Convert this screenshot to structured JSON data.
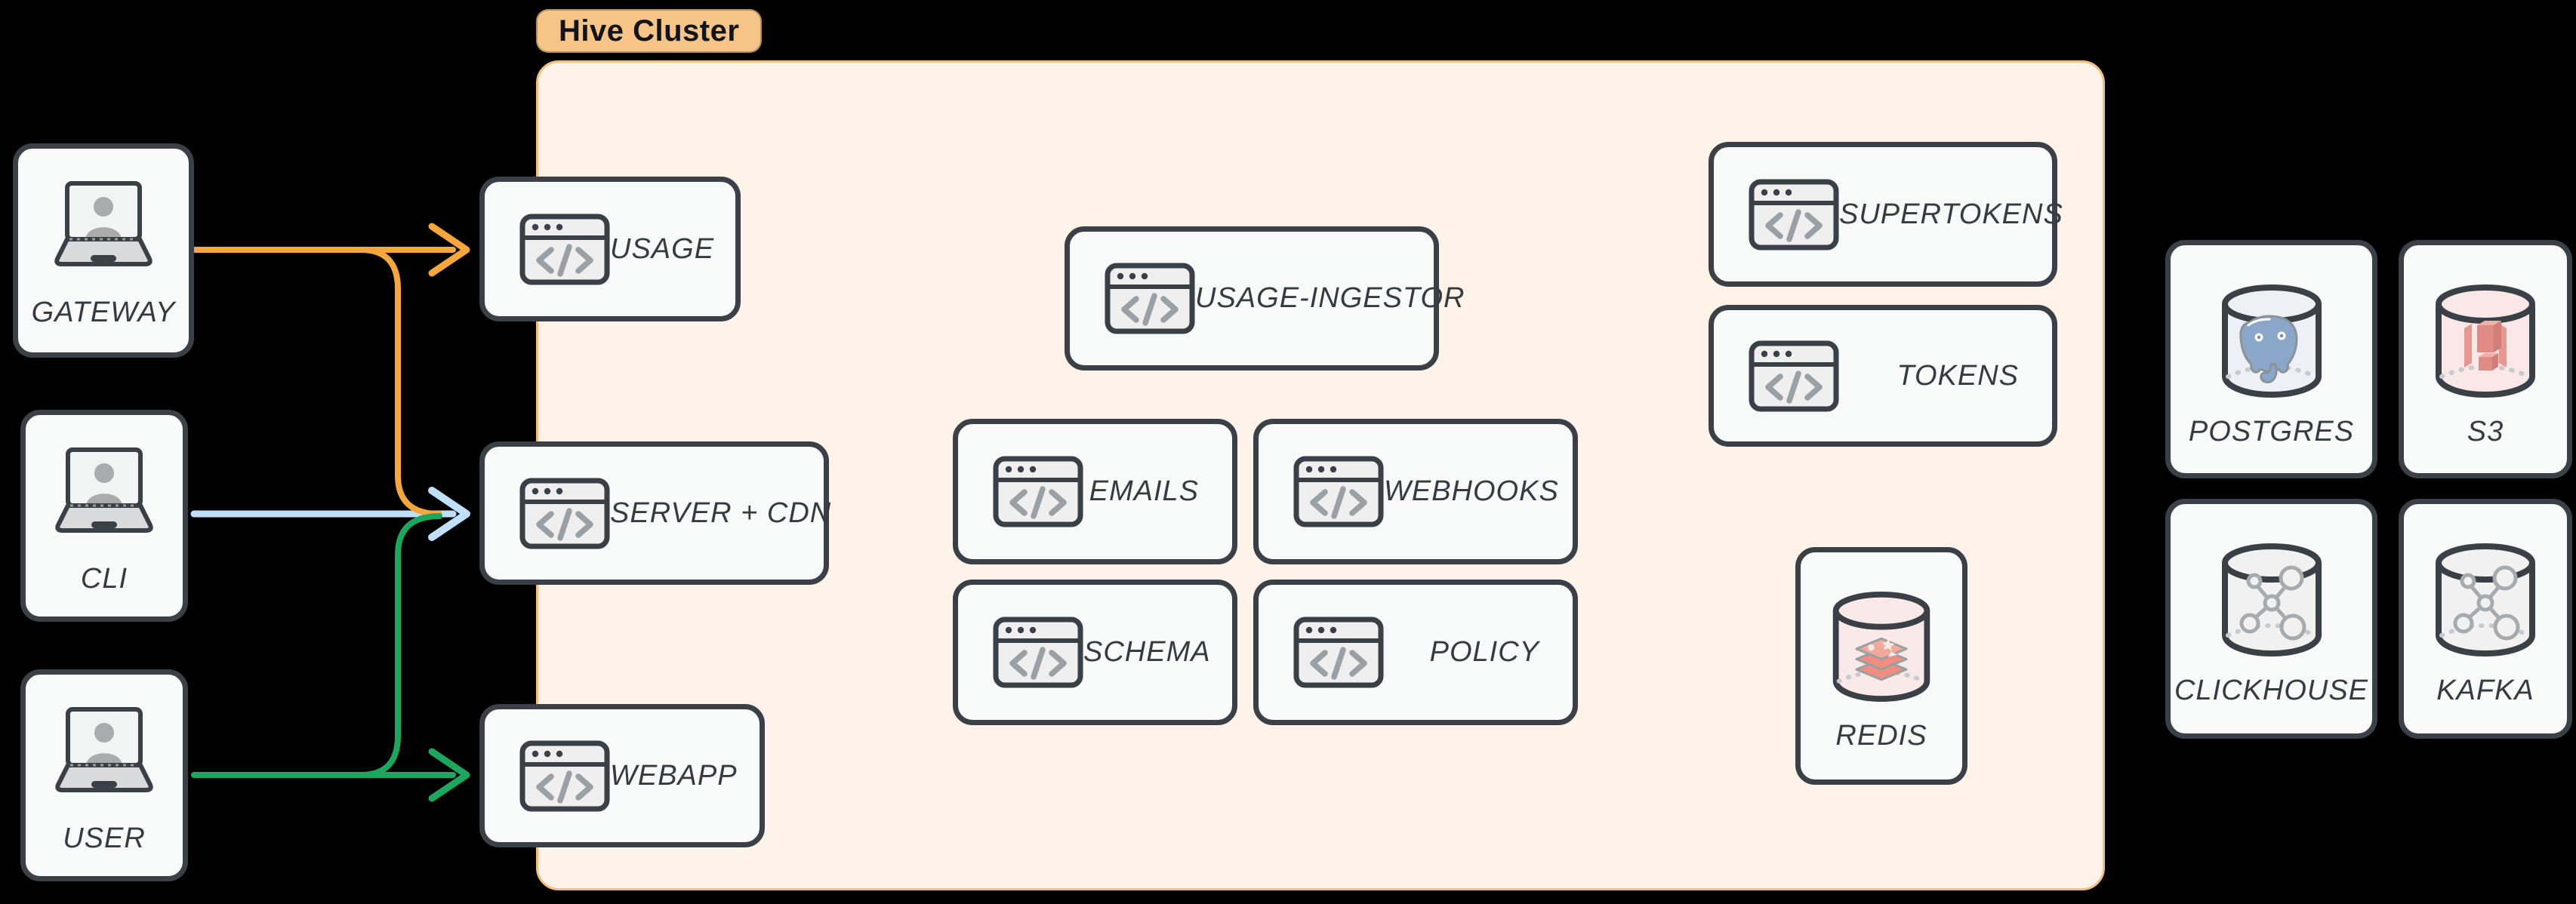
{
  "title_badge": {
    "label": "Hive Cluster"
  },
  "clients": [
    {
      "id": "gateway",
      "label": "GATEWAY"
    },
    {
      "id": "cli",
      "label": "CLI"
    },
    {
      "id": "user",
      "label": "USER"
    }
  ],
  "services": [
    {
      "id": "usage",
      "label": "USAGE"
    },
    {
      "id": "server-cdn",
      "label": "SERVER + CDN"
    },
    {
      "id": "webapp",
      "label": "WEBAPP"
    },
    {
      "id": "usage-ingestor",
      "label": "USAGE-INGESTOR"
    },
    {
      "id": "emails",
      "label": "EMAILS"
    },
    {
      "id": "webhooks",
      "label": "WEBHOOKS"
    },
    {
      "id": "schema",
      "label": "SCHEMA"
    },
    {
      "id": "policy",
      "label": "POLICY"
    },
    {
      "id": "supertokens",
      "label": "SUPERTOKENS"
    },
    {
      "id": "tokens",
      "label": "TOKENS"
    }
  ],
  "datastores": [
    {
      "id": "redis",
      "label": "REDIS"
    },
    {
      "id": "postgres",
      "label": "POSTGRES"
    },
    {
      "id": "s3",
      "label": "S3"
    },
    {
      "id": "clickhouse",
      "label": "CLICKHOUSE"
    },
    {
      "id": "kafka",
      "label": "KAFKA"
    }
  ],
  "edges": [
    {
      "from": "GATEWAY",
      "to": "USAGE",
      "color_name": "orange"
    },
    {
      "from": "GATEWAY",
      "to": "SERVER + CDN",
      "color_name": "orange"
    },
    {
      "from": "CLI",
      "to": "SERVER + CDN",
      "color_name": "blue"
    },
    {
      "from": "USER",
      "to": "SERVER + CDN",
      "color_name": "green"
    },
    {
      "from": "USER",
      "to": "WEBAPP",
      "color_name": "green"
    }
  ],
  "colors": {
    "orange": "#F6A73C",
    "blue": "#BFE0F8",
    "green": "#1BA75D",
    "ink": "#3A4045",
    "nodeFill": "#F8F9F9",
    "clusterFill": "#FDF3E9",
    "clusterBorder": "#F5BE7E",
    "badgeFill": "#F6C487",
    "iconGray": "#9AA0A3",
    "iconFill": "#EFEFEF",
    "cylGray": "#F1F1F1",
    "pgFill": "#EEF0F8",
    "pgBlue": "#8AA7CA",
    "redisFill": "#F9E9E8",
    "redisRed": "#EE8D80",
    "s3Fill": "#F9E8E7",
    "s3Red": "#E08B84"
  }
}
